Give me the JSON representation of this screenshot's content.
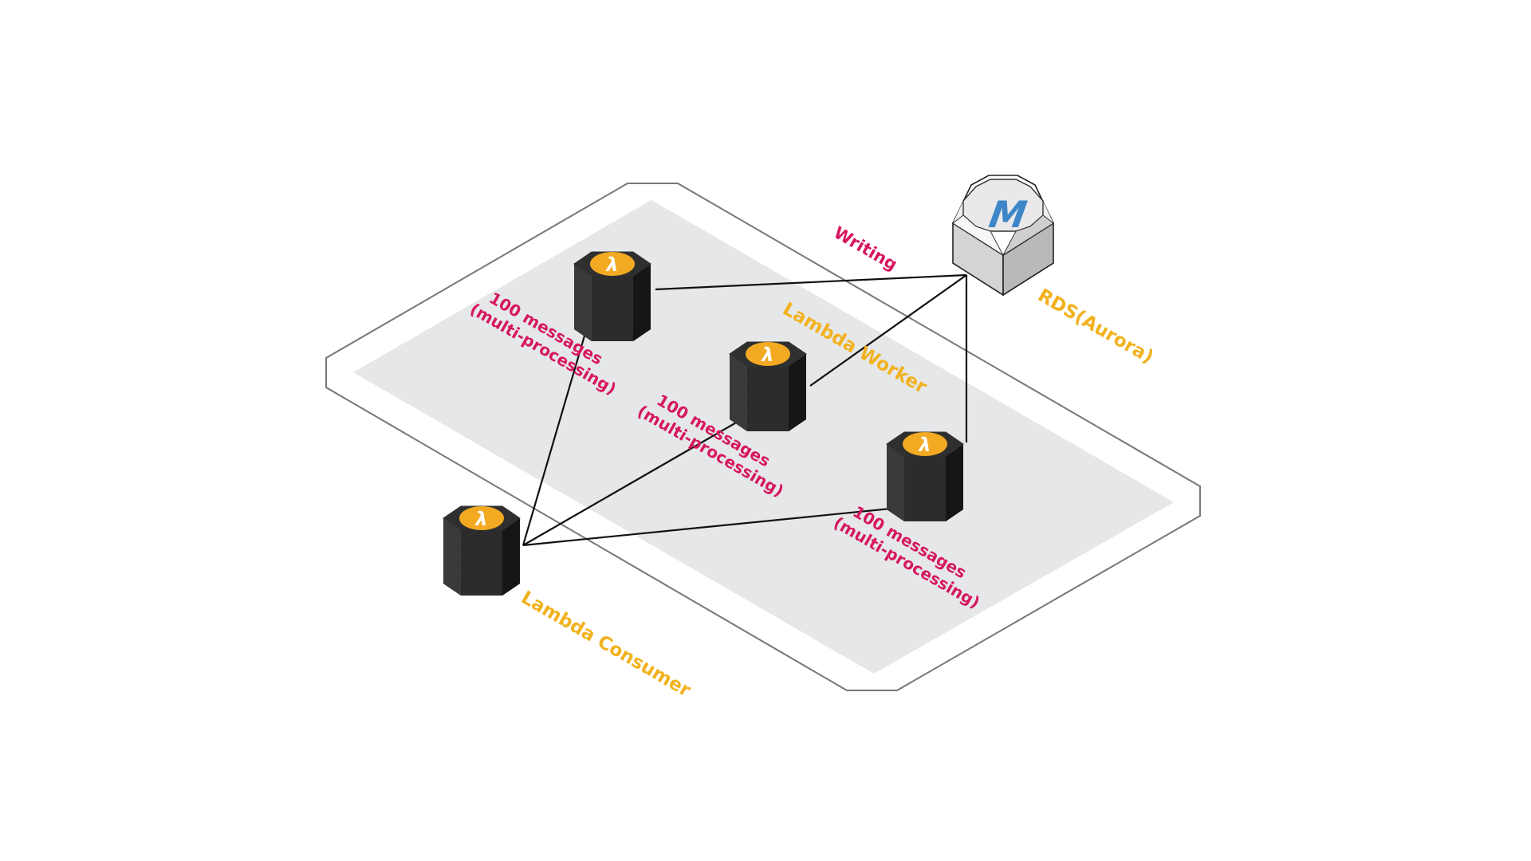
{
  "diagram": {
    "title": "",
    "labels": {
      "writing": "Writing",
      "lambda_worker": "Lambda Worker",
      "lambda_consumer": "Lambda Consumer",
      "rds": "RDS(Aurora)",
      "rds_icon_letter": "M",
      "lambda_icon_glyph": "λ"
    },
    "message_labels": [
      {
        "line1": "100 messages",
        "line2": "(multi-processing)"
      },
      {
        "line1": "100 messages",
        "line2": "(multi-processing)"
      },
      {
        "line1": "100 messages",
        "line2": "(multi-processing)"
      }
    ],
    "nodes": [
      {
        "id": "consumer",
        "type": "lambda",
        "icon": "lambda-icon"
      },
      {
        "id": "worker-1",
        "type": "lambda",
        "icon": "lambda-icon"
      },
      {
        "id": "worker-2",
        "type": "lambda",
        "icon": "lambda-icon"
      },
      {
        "id": "worker-3",
        "type": "lambda",
        "icon": "lambda-icon"
      },
      {
        "id": "rds",
        "type": "database",
        "icon": "rds-aurora-icon"
      }
    ],
    "edges": [
      {
        "from": "consumer",
        "to": "worker-1",
        "arrow": true
      },
      {
        "from": "consumer",
        "to": "worker-2",
        "arrow": true
      },
      {
        "from": "consumer",
        "to": "worker-3",
        "arrow": true
      },
      {
        "from": "worker-1",
        "to": "rds",
        "arrow": false
      },
      {
        "from": "worker-2",
        "to": "rds",
        "arrow": false
      },
      {
        "from": "worker-3",
        "to": "rds",
        "arrow": false
      }
    ],
    "colors": {
      "message_label": "#d6175f",
      "name_label": "#f2b21e",
      "lambda_body": "#2b2b2b",
      "lambda_badge": "#f3aa22",
      "rds_body": "#cfcfcf",
      "rds_letter": "#3e86c8",
      "region_fill": "#e6e7e8",
      "outline": "#777777"
    }
  }
}
